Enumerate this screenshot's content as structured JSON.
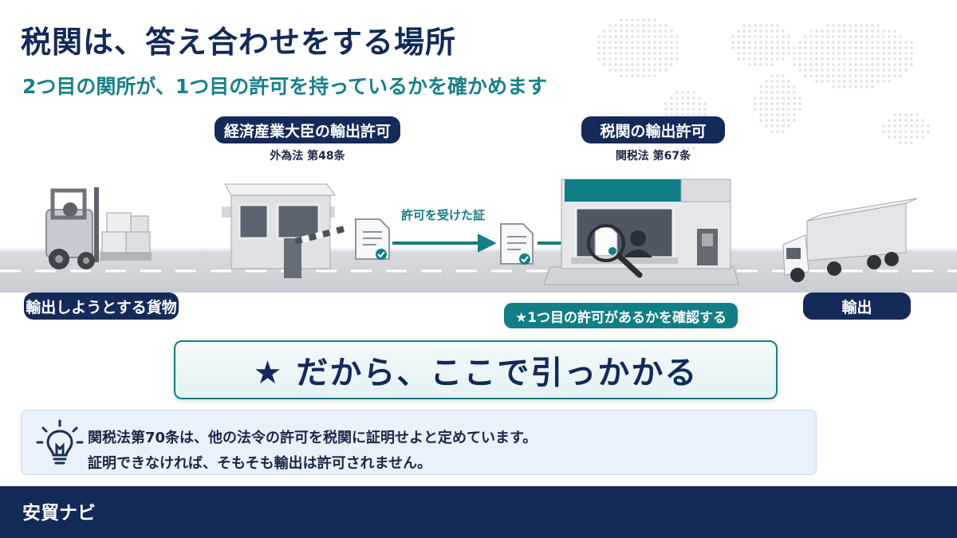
{
  "header": {
    "title": "税関は、答え合わせをする場所",
    "subtitle": "2つ目の関所が、1つ目の許可を持っているかを確かめます"
  },
  "flow": {
    "first_permit": {
      "label": "経済産業大臣の輸出許可",
      "law": "外為法 第48条"
    },
    "second_permit": {
      "label": "税関の輸出許可",
      "law": "関税法 第67条"
    },
    "document_label": "許可を受けた証",
    "cargo_label": "輸出しようとする貨物",
    "check_label": "★1つ目の許可があるかを確認する",
    "export_label": "輸出"
  },
  "callout": {
    "text": "★ だから、ここで引っかかる"
  },
  "info": {
    "icon": "lightbulb-icon",
    "line1": "関税法第70条は、他の法令の許可を税関に証明せよと定めています。",
    "line2": "証明できなければ、そもそも輸出は許可されません。"
  },
  "footer": {
    "brand": "安貿ナビ"
  },
  "colors": {
    "navy": "#132a58",
    "teal": "#127e85",
    "info_bg": "#e9f1fb"
  }
}
